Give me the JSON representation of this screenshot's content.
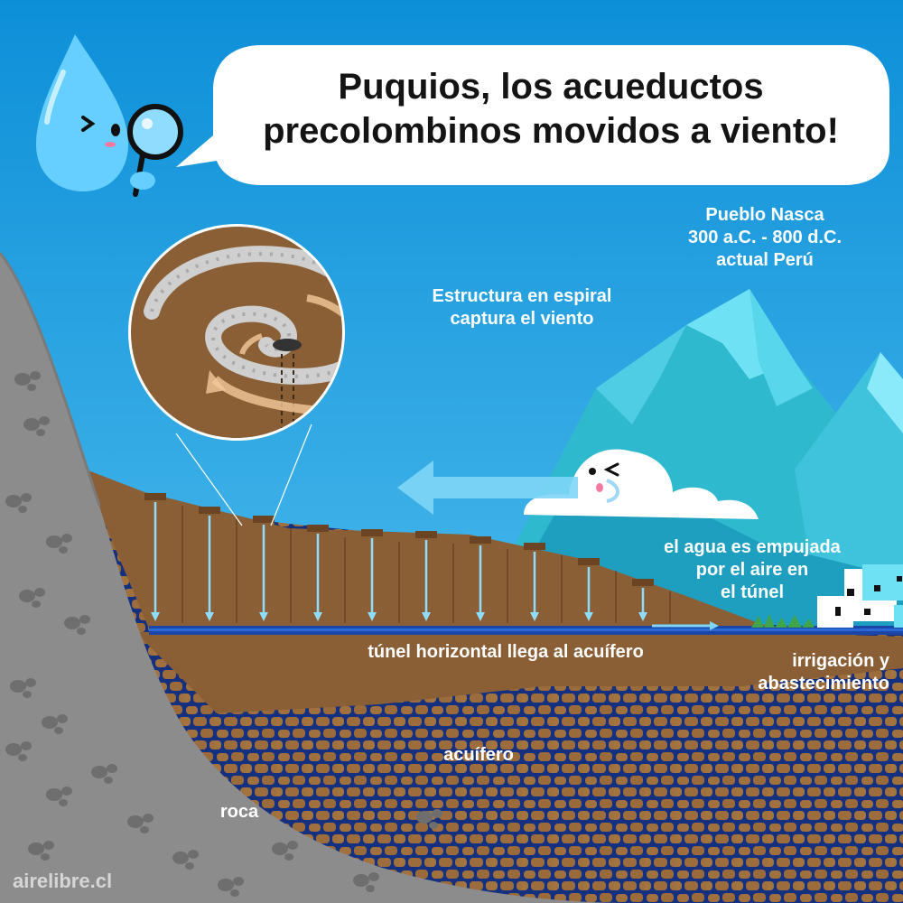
{
  "title": {
    "line1": "Puquios, los acueductos",
    "line2": "precolombinos movidos a viento!"
  },
  "labels": {
    "culture": [
      "Pueblo Nasca",
      "300 a.C. - 800 d.C.",
      "actual Perú"
    ],
    "spiral": [
      "Estructura en espiral",
      "captura el viento"
    ],
    "air_push": [
      "el agua es empujada",
      "por el aire en",
      "el túnel"
    ],
    "tunnel": "túnel horizontal llega al acuífero",
    "irrigation": [
      "irrigación y",
      "abastecimiento"
    ],
    "aquifer": "acuífero",
    "rock": "roca"
  },
  "credit": "airelibre.cl",
  "colors": {
    "sky_top": "#0d8fd8",
    "sky_bottom": "#5cc6f2",
    "rock": "#8c8c8c",
    "soil": "#8a5f35",
    "aquifer_cells": "#a0703f",
    "aquifer_water": "#14307e",
    "tunnel": "#1a46a8",
    "water_drop": "#66cfff",
    "mountain": "#2fb9cf",
    "mountain_light": "#6fe1f5",
    "cloud": "#ffffff",
    "grass": "#3fa44a"
  },
  "icons": [
    "water-drop-mascot-icon",
    "magnifying-glass-icon",
    "cloud-face-icon",
    "wind-arrow-icon",
    "spiral-structure-icon",
    "village-house-icon"
  ]
}
